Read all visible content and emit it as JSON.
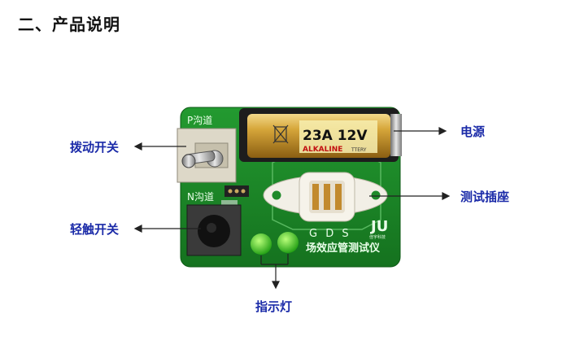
{
  "heading": "二、产品说明",
  "labels": {
    "toggle_switch": "拨动开关",
    "power": "电源",
    "test_socket": "测试插座",
    "tactile_switch": "轻触开关",
    "indicator": "指示灯"
  },
  "board": {
    "p_channel": "P沟道",
    "n_channel": "N沟道",
    "pins": "G D S",
    "product_name": "场效应管测试仪",
    "logo": "JU",
    "logo_sub": "佳宇科技"
  },
  "battery": {
    "model": "23A 12V",
    "brand": "ALKALINE",
    "brand_suffix": "TTERY"
  },
  "colors": {
    "pcb_green": "#1f8a2a",
    "label_blue": "#1a2aa8",
    "battery_gold": "#c89a2a"
  }
}
